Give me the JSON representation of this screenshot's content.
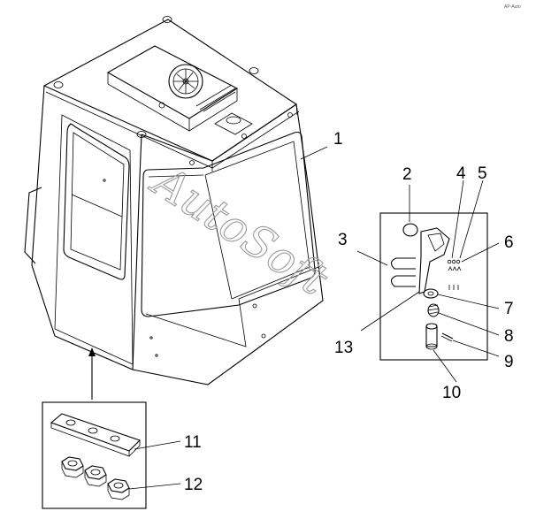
{
  "corner_mark": "AP-Auto",
  "watermark": "AutoSoft",
  "callouts": [
    {
      "id": "1",
      "text": "1"
    },
    {
      "id": "2",
      "text": "2"
    },
    {
      "id": "3",
      "text": "3"
    },
    {
      "id": "4",
      "text": "4"
    },
    {
      "id": "5",
      "text": "5"
    },
    {
      "id": "6",
      "text": "6"
    },
    {
      "id": "7",
      "text": "7"
    },
    {
      "id": "8",
      "text": "8"
    },
    {
      "id": "9",
      "text": "9"
    },
    {
      "id": "10",
      "text": "10"
    },
    {
      "id": "11",
      "text": "11"
    },
    {
      "id": "12",
      "text": "12"
    },
    {
      "id": "13",
      "text": "13"
    }
  ]
}
